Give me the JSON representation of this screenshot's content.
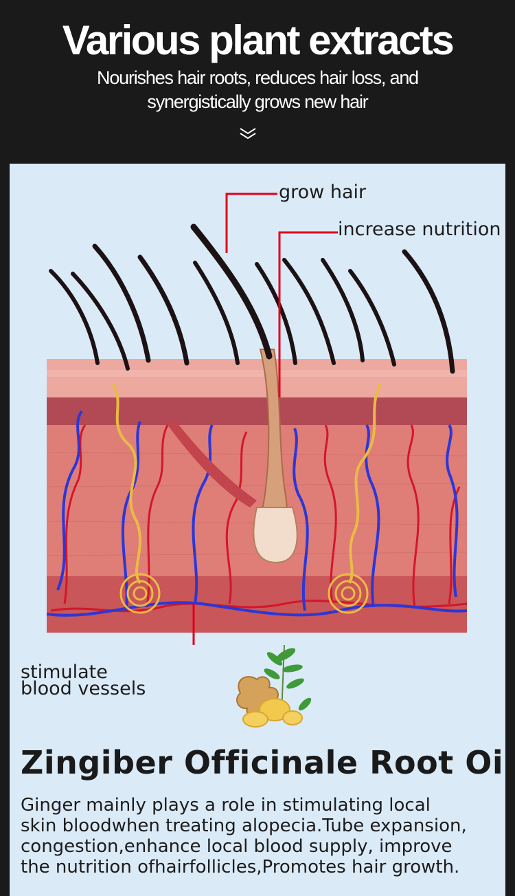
{
  "header": {
    "title": "Various plant extracts",
    "subtitle_line1": "Nourishes hair roots, reduces hair loss, and",
    "subtitle_line2": "synergistically grows new hair"
  },
  "diagram": {
    "labels": {
      "grow_hair": "grow hair",
      "increase_nutrition": "increase nutrition",
      "stimulate_line1": "stimulate",
      "stimulate_line2": "blood vessels"
    },
    "leader_color": "#e0001b"
  },
  "product": {
    "title": "Zingiber Officinale Root Oil",
    "description_lines": [
      "Ginger mainly plays a role in stimulating local",
      "skin bloodwhen treating alopecia.Tube expansion,",
      " congestion,enhance local blood supply, improve",
      "the nutrition ofhairfollicles,Promotes hair growth."
    ]
  },
  "colors": {
    "background_dark": "#1a1a1a",
    "panel_bg": "#dbeaf7",
    "skin": "#e58e86",
    "vein_blue": "#2c37d6",
    "artery_red": "#d3162a",
    "nerve_yellow": "#e9bb46"
  }
}
